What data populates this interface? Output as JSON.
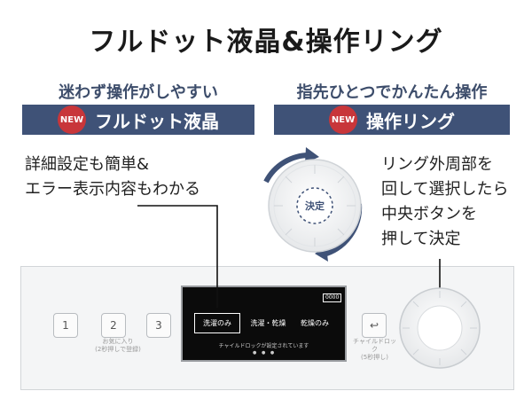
{
  "title": "フルドット液晶&操作リング",
  "left": {
    "subtitle": "迷わず操作がしやすい",
    "badge": "NEW",
    "banner": "フルドット液晶",
    "desc_line1": "詳細設定も簡単&",
    "desc_line2": "エラー表示内容もわかる"
  },
  "right": {
    "subtitle": "指先ひとつでかんたん操作",
    "badge": "NEW",
    "banner": "操作リング",
    "desc_line1": "リング外周部を",
    "desc_line2": "回して選択したら",
    "desc_line3": "中央ボタンを",
    "desc_line4": "押して決定",
    "dial_center": "決定"
  },
  "panel": {
    "presets": [
      "1",
      "2",
      "3"
    ],
    "fav_line1": "お気に入り",
    "fav_line2": "(2秒押しで登録)",
    "modes": [
      "洗濯のみ",
      "洗濯・乾燥",
      "乾燥のみ"
    ],
    "lock_message": "チャイルドロックが設定されています",
    "page_dots": "● ● ●",
    "battery": "0000",
    "back_icon": "↩",
    "lock_line1": "チャイルドロック",
    "lock_line2": "(5秒押し)"
  },
  "colors": {
    "banner": "#3f5277",
    "badge": "#c8363a",
    "subtitle": "#3d4d6b",
    "arrow": "#3f5277"
  },
  "icons": [
    "rotate-arrows-icon",
    "back-arrow-icon",
    "battery-icon"
  ]
}
